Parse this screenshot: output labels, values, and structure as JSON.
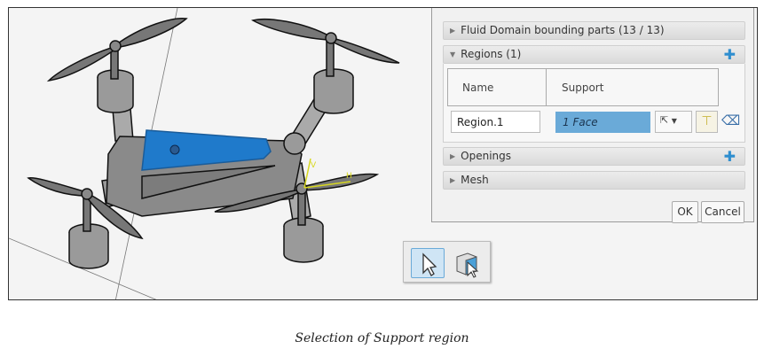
{
  "panel": {
    "sections": {
      "fluid_domain": "Fluid Domain bounding parts (13 / 13)",
      "regions": "Regions (1)",
      "openings": "Openings",
      "mesh": "Mesh"
    },
    "table": {
      "headers": [
        "Name",
        "Support"
      ],
      "rows": [
        {
          "name": "Region.1",
          "support": "1 Face"
        }
      ]
    },
    "ok_label": "OK",
    "cancel_label": "Cancel"
  },
  "viewport": {
    "axis_labels": {
      "v": "V",
      "h": "H"
    }
  },
  "caption": "Selection of Support region",
  "colors": {
    "selection": "#6aaad8",
    "highlight_face": "#1f7acb",
    "accent": "#2f8ecf"
  }
}
